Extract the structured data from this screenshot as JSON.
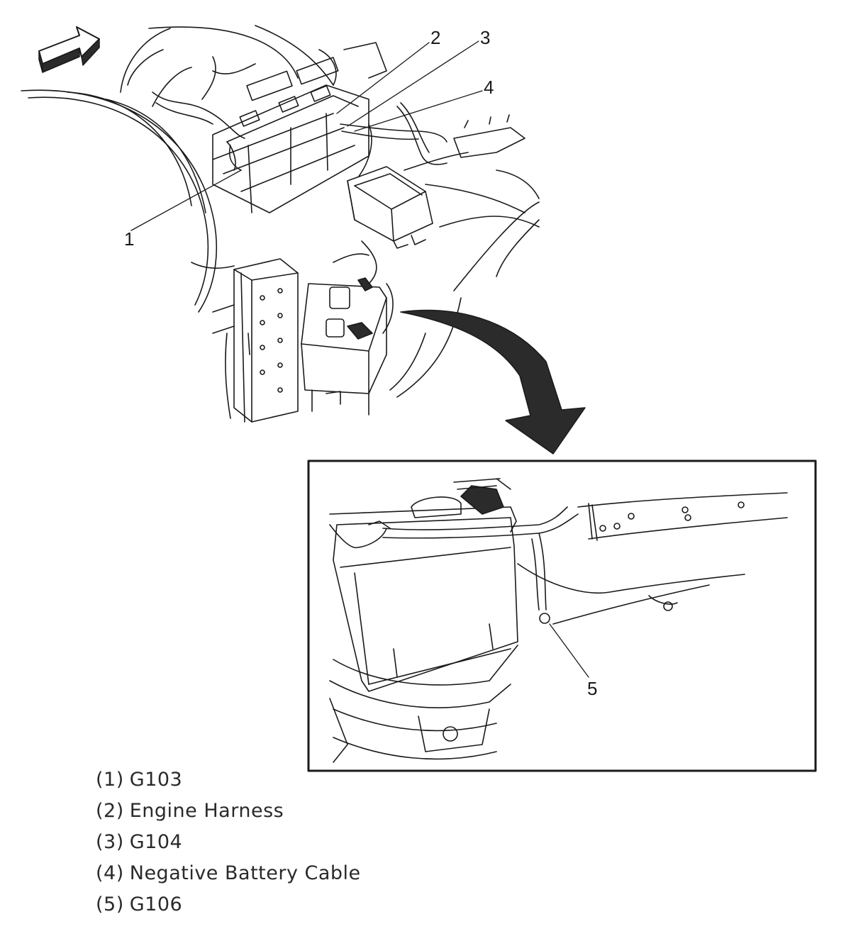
{
  "callouts": {
    "c1": "1",
    "c2": "2",
    "c3": "3",
    "c4": "4",
    "c5": "5"
  },
  "legend": [
    {
      "num": "(1)",
      "text": "G103"
    },
    {
      "num": "(2)",
      "text": "Engine Harness"
    },
    {
      "num": "(3)",
      "text": "G104"
    },
    {
      "num": "(4)",
      "text": "Negative Battery Cable"
    },
    {
      "num": "(5)",
      "text": "G106"
    }
  ],
  "colors": {
    "line": "#1a1a1a",
    "arrow_fill": "#2b2b2b",
    "background": "#ffffff"
  },
  "icons": {
    "direction_arrow": "forward-arrow-icon",
    "detail_arrow": "curved-arrow-icon"
  }
}
